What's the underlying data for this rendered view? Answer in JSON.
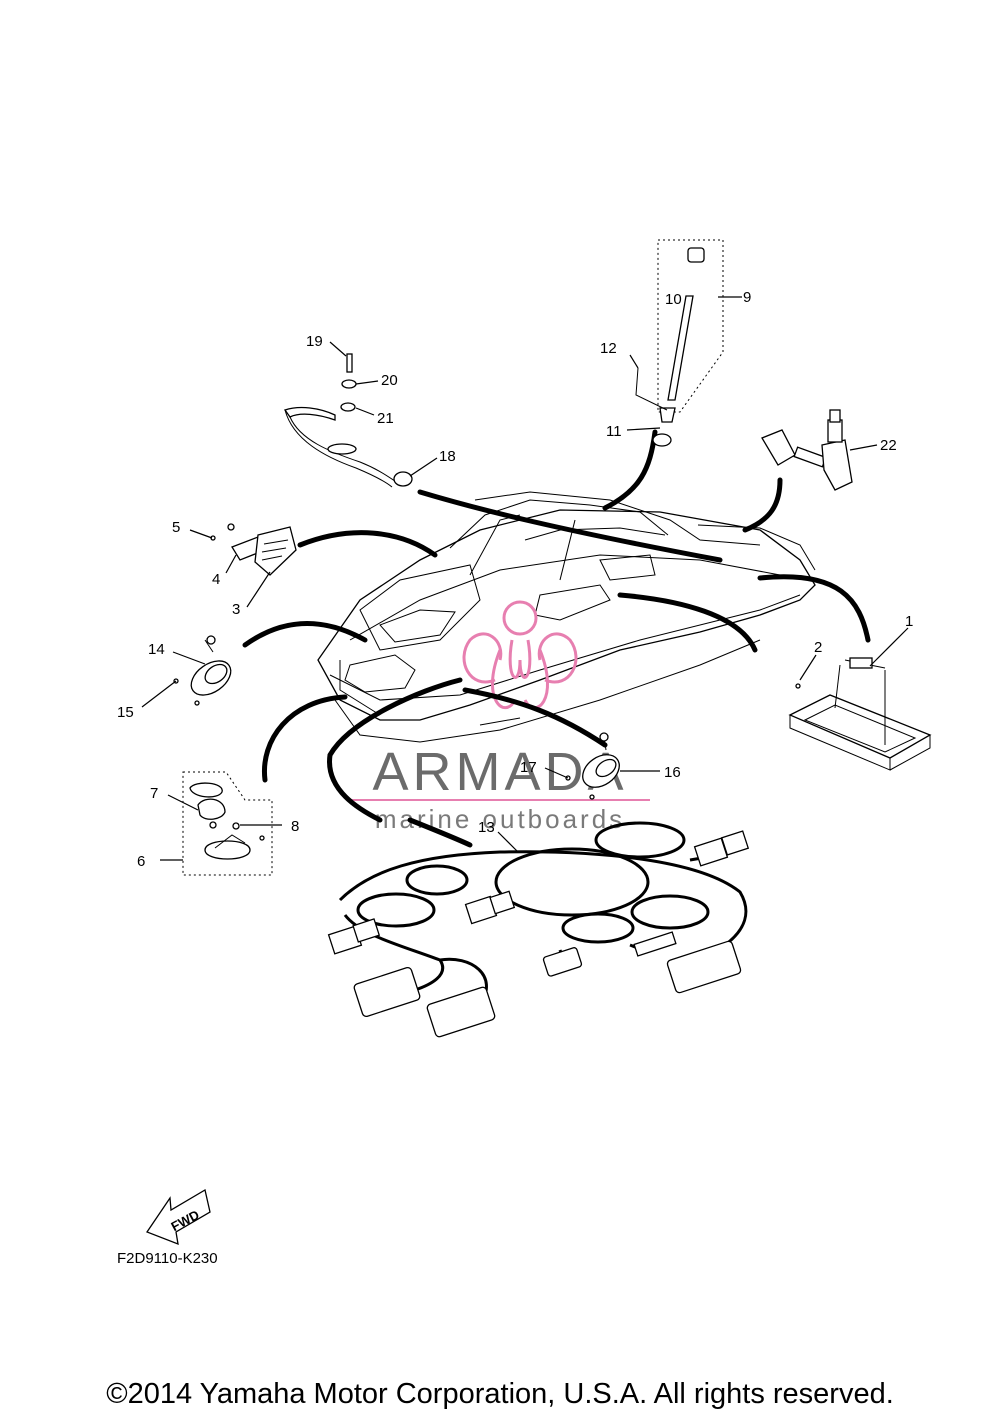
{
  "diagram": {
    "callouts": [
      {
        "id": "1",
        "label": "1"
      },
      {
        "id": "2",
        "label": "2"
      },
      {
        "id": "3",
        "label": "3"
      },
      {
        "id": "4",
        "label": "4"
      },
      {
        "id": "5",
        "label": "5"
      },
      {
        "id": "6",
        "label": "6"
      },
      {
        "id": "7",
        "label": "7"
      },
      {
        "id": "8",
        "label": "8"
      },
      {
        "id": "9",
        "label": "9"
      },
      {
        "id": "10",
        "label": "10"
      },
      {
        "id": "11",
        "label": "11"
      },
      {
        "id": "12",
        "label": "12"
      },
      {
        "id": "13",
        "label": "13"
      },
      {
        "id": "14",
        "label": "14"
      },
      {
        "id": "15",
        "label": "15"
      },
      {
        "id": "16",
        "label": "16"
      },
      {
        "id": "17",
        "label": "17"
      },
      {
        "id": "18",
        "label": "18"
      },
      {
        "id": "19",
        "label": "19"
      },
      {
        "id": "20",
        "label": "20"
      },
      {
        "id": "21",
        "label": "21"
      },
      {
        "id": "22",
        "label": "22"
      }
    ],
    "fwd_label": "FWD",
    "diagram_code": "F2D9110-K230"
  },
  "watermark": {
    "brand": "ARMADA",
    "tagline": "marine outboards",
    "accent_color": "#e77fb0"
  },
  "footer": {
    "copyright": "©2014 Yamaha Motor Corporation, U.S.A. All rights reserved."
  }
}
